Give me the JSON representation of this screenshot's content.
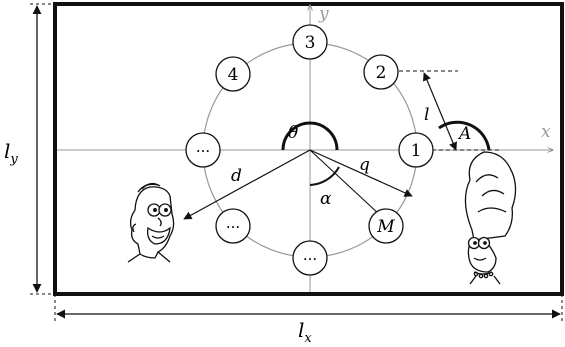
{
  "labels": {
    "lx": "l",
    "lx_sub": "x",
    "ly": "l",
    "ly_sub": "y",
    "axis_x": "x",
    "axis_y": "y",
    "theta": "θ",
    "alpha": "α",
    "d": "d",
    "q": "q",
    "l": "l",
    "A": "A"
  },
  "nodes": [
    {
      "id": "n3",
      "label": "3"
    },
    {
      "id": "n2",
      "label": "2"
    },
    {
      "id": "n4",
      "label": "4"
    },
    {
      "id": "n1",
      "label": "1"
    },
    {
      "id": "nleft",
      "label": "···"
    },
    {
      "id": "nbl",
      "label": "···"
    },
    {
      "id": "nbottom",
      "label": "···"
    },
    {
      "id": "nM",
      "label": "M"
    }
  ],
  "colors": {
    "frame": "#111111",
    "ring": "#9a9a9a",
    "axis": "#9a9a9a",
    "ink": "#111111"
  }
}
